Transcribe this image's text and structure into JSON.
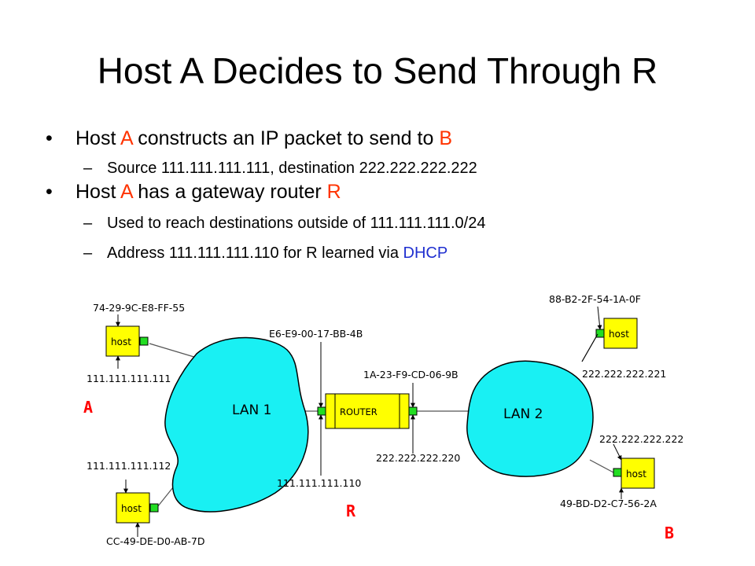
{
  "slide": {
    "title": "Host A Decides to Send Through R",
    "bullet1": {
      "pre": "Host ",
      "a": "A",
      "mid": " constructs an IP packet to send to ",
      "b": "B"
    },
    "sub1": "Source 111.111.111.111, destination 222.222.222.222",
    "bullet2": {
      "pre": "Host ",
      "a": "A",
      "mid": " has a gateway router ",
      "r": "R"
    },
    "sub2": "Used to reach destinations outside of 111.111.111.0/24",
    "sub3": {
      "pre": "Address 111.111.111.110 for R learned via ",
      "dhcp": "DHCP"
    },
    "bullet_char": "•",
    "dash_char": "–"
  },
  "diagram": {
    "host_label": "host",
    "router_label": "ROUTER",
    "lan1_label": "LAN 1",
    "lan2_label": "LAN 2",
    "host_a_mac": "74-29-9C-E8-FF-55",
    "host_a_ip": "111.111.111.111",
    "host_c_ip": "111.111.111.112",
    "host_c_mac": "CC-49-DE-D0-AB-7D",
    "router_left_mac": "E6-E9-00-17-BB-4B",
    "router_right_mac": "1A-23-F9-CD-06-9B",
    "router_left_ip": "111.111.111.110",
    "router_right_ip": "222.222.222.220",
    "host_d_mac": "88-B2-2F-54-1A-0F",
    "host_d_ip": "222.222.222.221",
    "host_b_ip": "222.222.222.222",
    "host_b_mac": "49-BD-D2-C7-56-2A",
    "letter_a": "A",
    "letter_r": "R",
    "letter_b": "B"
  },
  "colors": {
    "lan_fill": "#19f0f3",
    "box_fill": "#ffff00",
    "port_fill": "#22dd22",
    "letter_red": "#ff0000",
    "text_red": "#ff3300",
    "text_blue": "#1f2fd0"
  }
}
